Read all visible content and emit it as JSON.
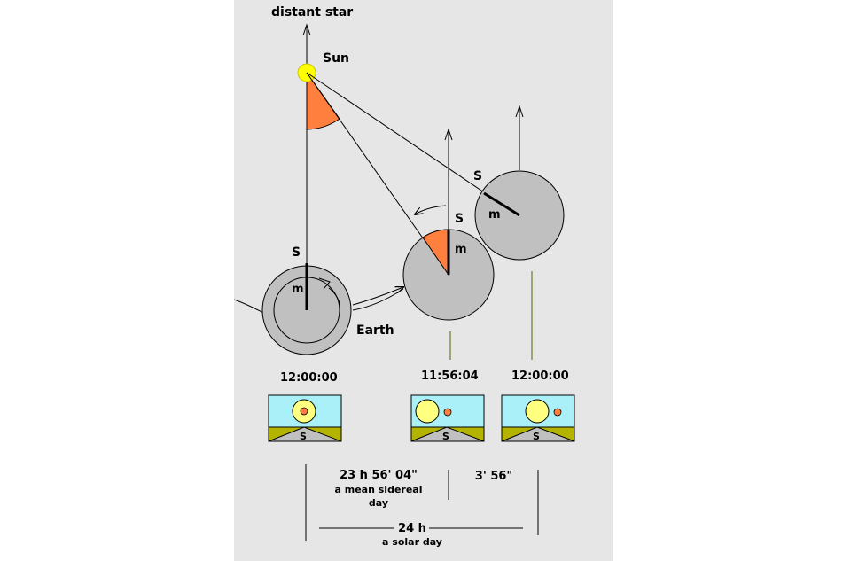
{
  "labels": {
    "distant_star": "distant star",
    "sun": "Sun",
    "earth": "Earth",
    "s": "S",
    "m": "m"
  },
  "times": {
    "t1": "12:00:00",
    "t2": "11:56:04",
    "t3": "12:00:00"
  },
  "durations": {
    "sidereal_value": "23 h 56' 04\"",
    "sidereal_caption_1": "a mean sidereal",
    "sidereal_caption_2": "day",
    "difference": "3' 56\"",
    "solar_value": "24 h",
    "solar_caption": "a solar day"
  },
  "colors": {
    "panel": "#e6e6e6",
    "sun": "#ffff00",
    "wedge": "#ff7f3f",
    "earth": "#c0c0c0",
    "sky": "#aaf0f8",
    "ground": "#b4b400",
    "marker": "#8a8a50"
  }
}
